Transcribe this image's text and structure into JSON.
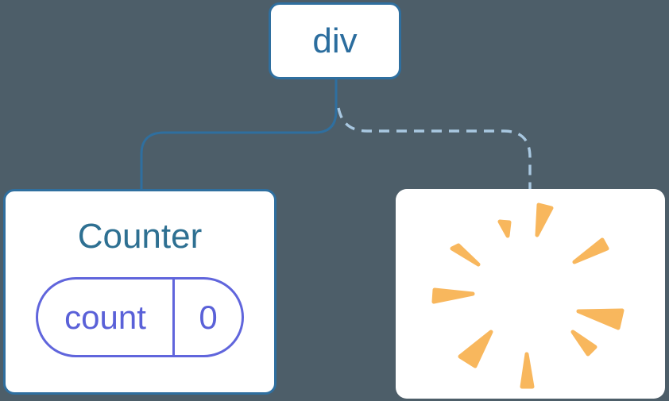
{
  "title": "React component tree - state preserved and destroyed",
  "colors": {
    "background": "#4d5e69",
    "card_background": "#ffffff",
    "node_border_blue": "#2f6f9f",
    "root_label_blue": "#2b6d9e",
    "counter_title_blue": "#2e7092",
    "state_purple": "#5a61d8",
    "dashed_edge_light_blue": "#a9c8e1",
    "poof_orange": "#f8b75d"
  },
  "tree": {
    "root": {
      "label": "div"
    },
    "children": [
      {
        "id": "counter",
        "title": "Counter",
        "state": {
          "key": "count",
          "value": "0"
        }
      },
      {
        "id": "removed",
        "icon": "poof-starburst-icon"
      }
    ],
    "edges": [
      {
        "from": "div",
        "to": "Counter",
        "style": "solid"
      },
      {
        "from": "div",
        "to": "removed",
        "style": "dashed"
      }
    ]
  }
}
